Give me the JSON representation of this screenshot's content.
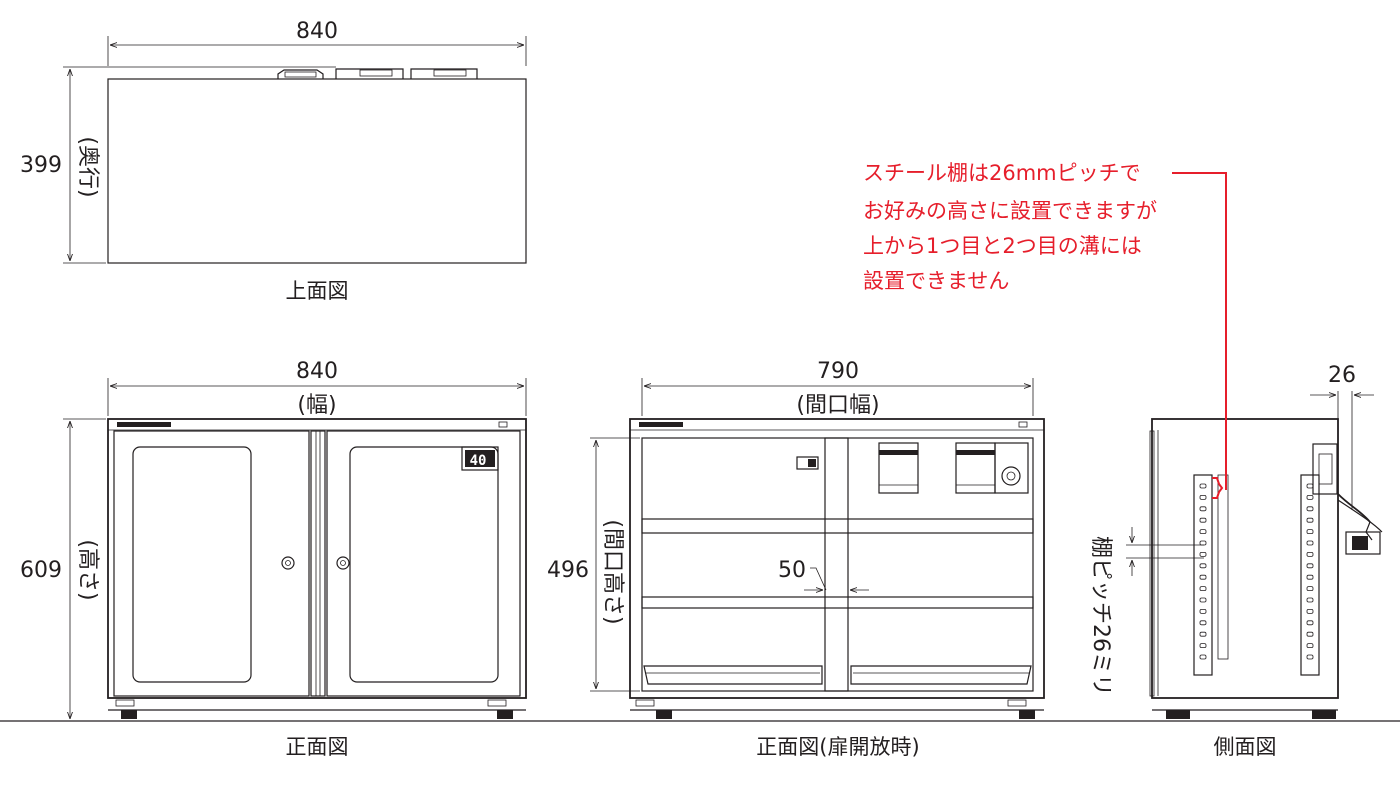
{
  "top_view": {
    "width": "840",
    "depth": "399",
    "depth_label": "(奥行)",
    "caption": "上面図"
  },
  "front_view": {
    "width": "840",
    "width_label": "(幅)",
    "height": "609",
    "height_label": "(高さ)",
    "display": "40",
    "caption": "正面図"
  },
  "front_open_view": {
    "width": "790",
    "width_label": "(間口幅)",
    "height": "496",
    "height_label": "(間口高さ)",
    "post_width": "50",
    "caption": "正面図(扉開放時)"
  },
  "side_view": {
    "depth": "26",
    "pitch_label": "棚ピッチ26ミリ",
    "caption": "側面図"
  },
  "note": {
    "lines": [
      "スチール棚は26mmピッチで",
      "お好みの高さに設置できますが",
      "上から1つ目と2つ目の溝には",
      "設置できません"
    ],
    "color": "#e61e2b"
  },
  "colors": {
    "line": "#231f20",
    "accent": "#e61e2b",
    "background": "#ffffff"
  }
}
